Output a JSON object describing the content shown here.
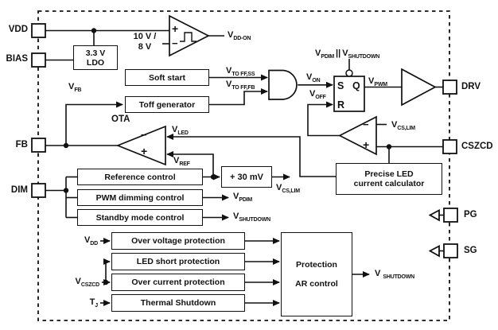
{
  "pins": {
    "vdd": "VDD",
    "bias": "BIAS",
    "fb": "FB",
    "dim": "DIM",
    "drv": "DRV",
    "cszcd": "CSZCD",
    "pg": "PG",
    "sg": "SG"
  },
  "blocks": {
    "ldo": {
      "line1": "3.3 V",
      "line2": "LDO"
    },
    "soft_start": "Soft start",
    "toff_generator": "Toff generator",
    "ota": "OTA",
    "reference_control": "Reference control",
    "pwm_dimming_control": "PWM dimming control",
    "standby_mode_control": "Standby mode control",
    "offset_30mv": "+ 30 mV",
    "precise_led": {
      "line1": "Precise LED",
      "line2": "current calculator"
    },
    "over_voltage": "Over voltage protection",
    "led_short": "LED short protection",
    "over_current": "Over current protection",
    "thermal_shutdown": "Thermal Shutdown",
    "protection_ar": {
      "line1": "Protection",
      "line2": "AR control"
    }
  },
  "signals": {
    "vdd_on": {
      "m": "V",
      "s": "DD-ON"
    },
    "comp_threshold": {
      "line1": "10 V /",
      "line2": "8 V"
    },
    "v_fb": {
      "m": "V",
      "s": "FB"
    },
    "v_toff_ss": {
      "m": "V",
      "s": "TO FF,SS"
    },
    "v_toff_fb": {
      "m": "V",
      "s": "TO FF,FB"
    },
    "v_on": {
      "m": "V",
      "s": "ON"
    },
    "v_off": {
      "m": "V",
      "s": "OFF"
    },
    "v_pwm": {
      "m": "V",
      "s": "PWM"
    },
    "latch_override": {
      "m1": "V",
      "s1": "PDIM",
      "sep": "||",
      "m2": "V",
      "s2": "SHUTDOWN"
    },
    "v_led": {
      "m": "V",
      "s": "LED"
    },
    "v_ref": {
      "m": "V",
      "s": "REF"
    },
    "v_cs_lim_comp": {
      "m": "V",
      "s": "CS,LIM"
    },
    "v_cs_lim_out": {
      "m": "V",
      "s": "CS,LIM"
    },
    "v_pdim_out": {
      "m": "V",
      "s": "PDIM"
    },
    "v_shutdown_out": {
      "m": "V",
      "s": "SHUTDOWN"
    },
    "v_dd_in": {
      "m": "V",
      "s": "DD"
    },
    "v_cszcd_in": {
      "m": "V",
      "s": "CSZCD"
    },
    "t_j_in": {
      "m": "T",
      "s": "J"
    },
    "v_shutdown_prot": {
      "m": "V",
      "s": "SHUTDOWN"
    }
  },
  "latch": {
    "s": "S",
    "r": "R",
    "q": "Q"
  },
  "glyphs": {
    "plus": "+",
    "minus": "−"
  },
  "colors": {
    "line": "#111111",
    "background": "#ffffff"
  }
}
